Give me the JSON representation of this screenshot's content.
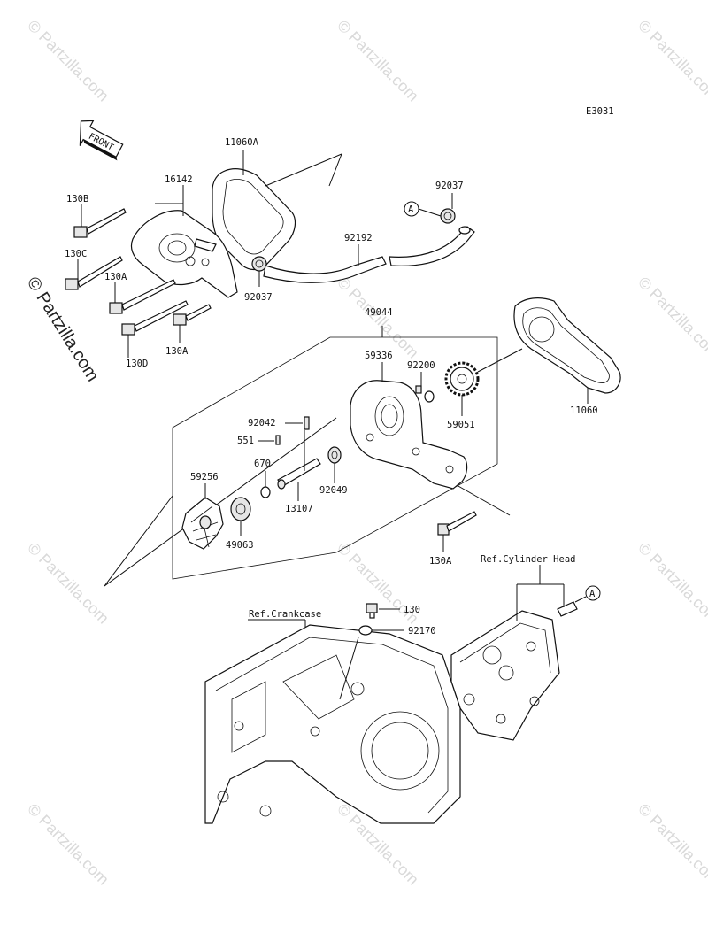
{
  "diagram": {
    "code": "E3031",
    "front_label": "FRONT",
    "copyright": "© Partzilla.com",
    "watermark_text": "© Partzilla.com",
    "ref_labels": {
      "cylinder_head": "Ref.Cylinder Head",
      "crankcase": "Ref.Crankcase"
    },
    "callout_A": "A",
    "parts": {
      "p11060A": "11060A",
      "p16142": "16142",
      "p130B": "130B",
      "p130C": "130C",
      "p130A_1": "130A",
      "p130D": "130D",
      "p130A_2": "130A",
      "p92037_1": "92037",
      "p92037_2": "92037",
      "p92192": "92192",
      "p49044": "49044",
      "p59336": "59336",
      "p92200": "92200",
      "p59051": "59051",
      "p11060": "11060",
      "p92042": "92042",
      "p551": "551",
      "p670": "670",
      "p59256": "59256",
      "p13107": "13107",
      "p92049": "92049",
      "p49063": "49063",
      "p130A_3": "130A",
      "p130": "130",
      "p92170": "92170"
    }
  }
}
